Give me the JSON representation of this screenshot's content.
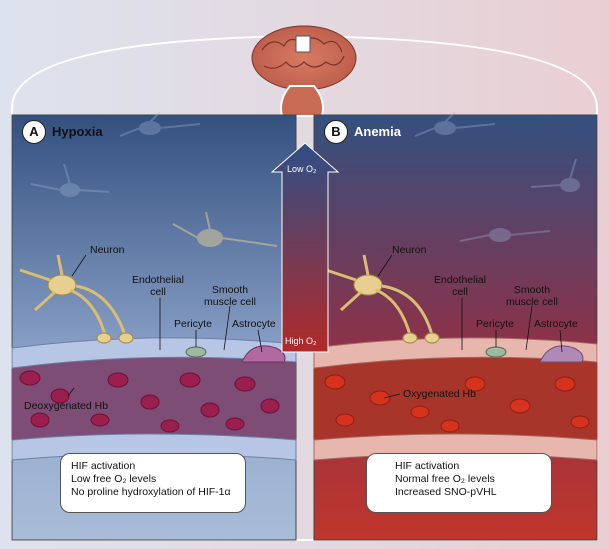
{
  "colors": {
    "hypoxia_top": "#34507f",
    "hypoxia_bottom": "#a9bcd8",
    "anemia_top": "#34507f",
    "anemia_bottom": "#c0362c",
    "background_left": "#dde3ee",
    "background_right": "#e9cfd3",
    "rbc_deoxygenated": "#9a1f4e",
    "rbc_oxygenated": "#cf2f1c",
    "neuron": "#e6cf8f"
  },
  "panels": [
    {
      "letter": "A",
      "title": "Hypoxia",
      "labels": {
        "neuron": "Neuron",
        "endothelial": "Endothelial\ncell",
        "smooth_muscle": "Smooth\nmuscle cell",
        "pericyte": "Pericyte",
        "astrocyte": "Astrocyte",
        "hb": "Deoxygenated Hb"
      },
      "box_lines": [
        "HIF activation",
        "Low free O₂ levels",
        "No proline hydroxylation of HIF-1α"
      ]
    },
    {
      "letter": "B",
      "title": "Anemia",
      "labels": {
        "neuron": "Neuron",
        "endothelial": "Endothelial\ncell",
        "smooth_muscle": "Smooth\nmuscle cell",
        "pericyte": "Pericyte",
        "astrocyte": "Astrocyte",
        "hb": "Oxygenated Hb"
      },
      "box_lines": [
        "HIF activation",
        "Normal free O₂ levels",
        "Increased SNO-pVHL"
      ]
    }
  ],
  "gradient_arrow": {
    "top_label": "Low O₂",
    "bottom_label": "High O₂"
  }
}
